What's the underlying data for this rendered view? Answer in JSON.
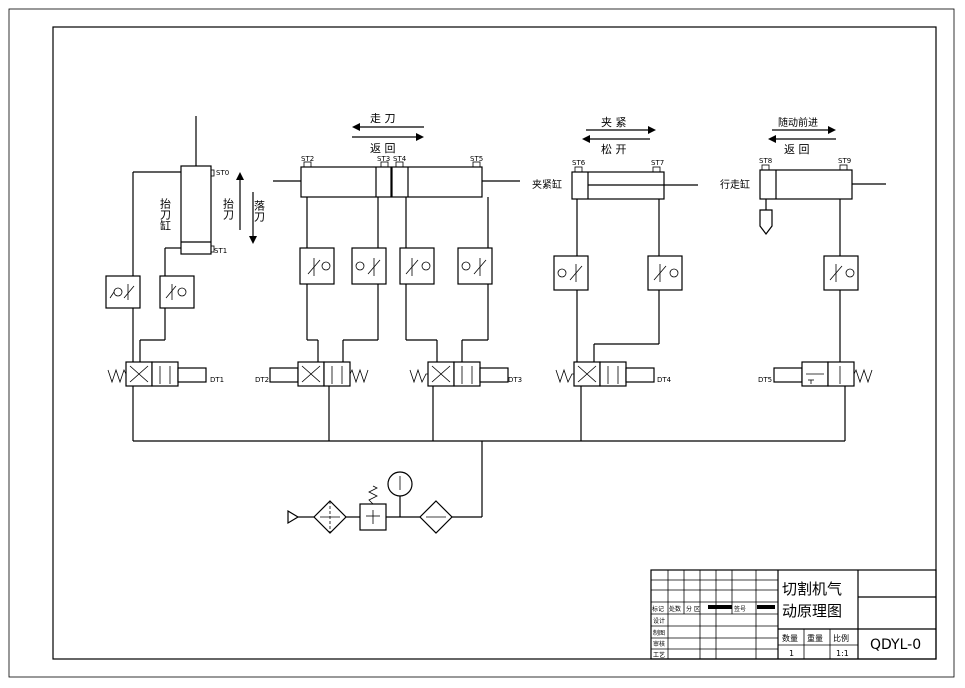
{
  "labels": {
    "cut_feed": "走 刀",
    "cut_return": "返 回",
    "clamp": "夹 紧",
    "release": "松 开",
    "follow_forward": "随动前进",
    "follow_return": "返 回",
    "lift_cyl": "抬刀缸",
    "lift_blade": "抬刀",
    "drop_blade": "落刀",
    "clamp_cyl": "夹紧缸",
    "travel_cyl": "行走缸"
  },
  "sensors": [
    "ST0",
    "ST1",
    "ST2",
    "ST3",
    "ST4",
    "ST5",
    "ST6",
    "ST7",
    "ST8",
    "ST9"
  ],
  "solenoids": [
    "DT1",
    "DT2",
    "DT3",
    "DT4",
    "DT5"
  ],
  "title_block": {
    "title_line1": "切割机气",
    "title_line2": "动原理图",
    "drawing_no": "QDYL-0",
    "rev_row": [
      "标记",
      "处数",
      "分 区",
      "",
      "签号"
    ],
    "rows": [
      "设计",
      "制图",
      "审核",
      "工艺"
    ],
    "qty_label": "数量",
    "weight_label": "重量",
    "scale_label": "比例",
    "qty_value": "1",
    "scale_value": "1:1"
  }
}
